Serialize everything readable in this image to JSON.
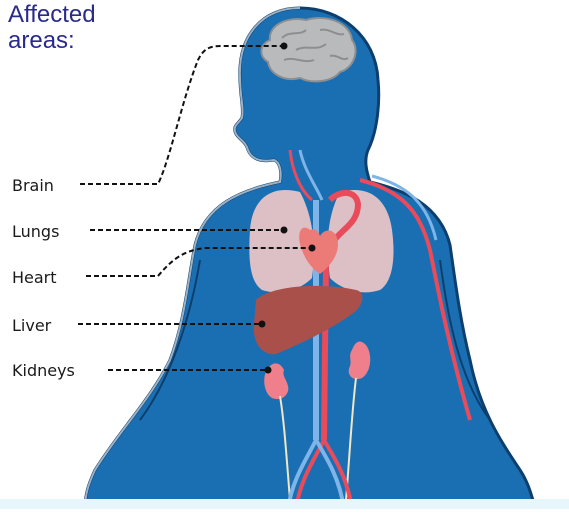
{
  "title": {
    "line1": "Affected",
    "line2": "areas:"
  },
  "labels": {
    "brain": "Brain",
    "lungs": "Lungs",
    "heart": "Heart",
    "liver": "Liver",
    "kidneys": "Kidneys"
  },
  "colors": {
    "body": "#1a6fb3",
    "body_outline": "#0d3f6e",
    "brain": "#b9babc",
    "lungs": "#f2c9c6",
    "heart": "#ec7a76",
    "liver": "#a9504a",
    "kidneys": "#ef7f8a",
    "artery": "#e94b5a",
    "vein": "#7fb4e8",
    "title": "#2a2a8a"
  }
}
